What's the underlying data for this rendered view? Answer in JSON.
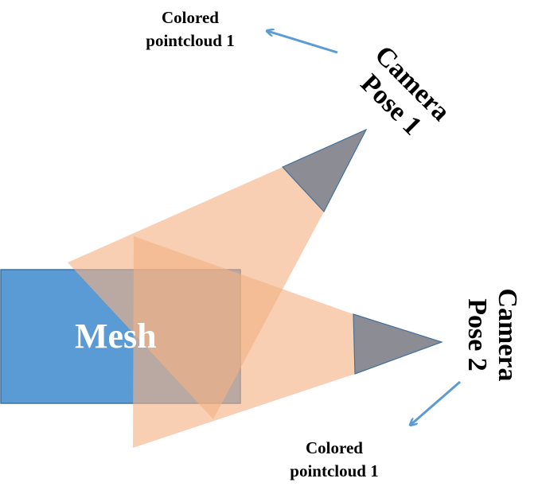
{
  "diagram": {
    "mesh_label": "Mesh",
    "camera1": {
      "label_line1": "Camera",
      "label_line2": "Pose 1",
      "pointcloud_line1": "Colored",
      "pointcloud_line2": "pointcloud 1"
    },
    "camera2": {
      "label_line1": "Camera",
      "label_line2": "Pose 2",
      "pointcloud_line1": "Colored",
      "pointcloud_line2": "pointcloud 1"
    },
    "colors": {
      "mesh_fill": "#5b9bd5",
      "mesh_stroke": "#41719c",
      "frustum_fill": "#f4b183",
      "camera_fill": "#8c8c94",
      "camera_stroke": "#41719c",
      "arrow": "#5b9bd5"
    }
  }
}
